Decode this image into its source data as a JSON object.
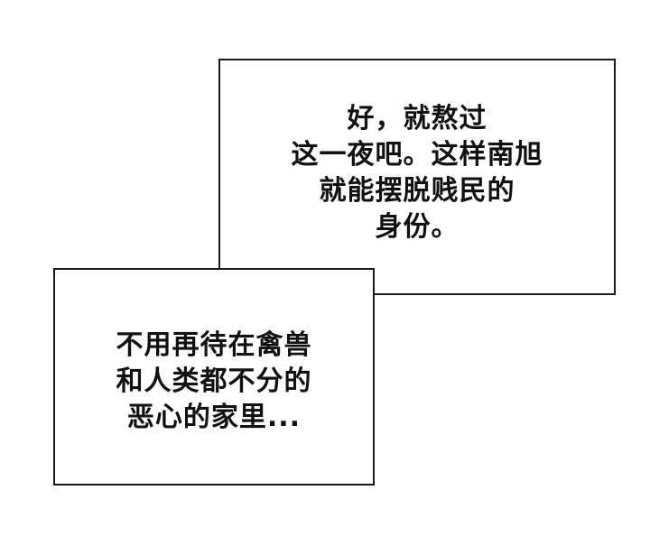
{
  "captions": {
    "top": {
      "lines": [
        "好，就熬过",
        "这一夜吧。这样南旭",
        "就能摆脱贱民的",
        "身份。"
      ]
    },
    "bottom": {
      "lines": [
        "不用再待在禽兽",
        "和人类都不分的",
        "恶心的家里..."
      ]
    }
  },
  "colors": {
    "background": "#ffffff",
    "border": "#1a1a1a",
    "text": "#111111"
  }
}
